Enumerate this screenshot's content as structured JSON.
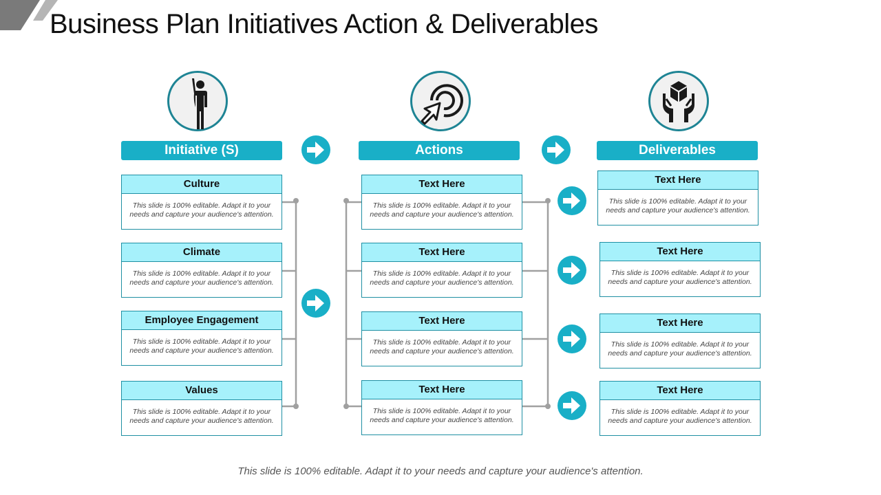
{
  "title": "Business Plan Initiatives Action & Deliverables",
  "colors": {
    "accent": "#19afc7",
    "card_header": "#a6f1fb",
    "border": "#1e8fa3",
    "connector": "#a0a0a0"
  },
  "columns": [
    {
      "header": "Initiative  (S)",
      "icon": "person-raising-hand-icon",
      "cards": [
        {
          "title": "Culture",
          "body": "This slide is 100% editable. Adapt it to your needs and capture your audience's attention."
        },
        {
          "title": "Climate",
          "body": "This slide is 100% editable. Adapt it to your needs and capture your audience's attention."
        },
        {
          "title": "Employee Engagement",
          "body": "This slide is 100% editable. Adapt it to your needs and capture your audience's attention."
        },
        {
          "title": "Values",
          "body": "This slide is 100% editable. Adapt it to your needs and capture your audience's attention."
        }
      ]
    },
    {
      "header": "Actions",
      "icon": "cursor-click-icon",
      "cards": [
        {
          "title": "Text Here",
          "body": "This slide is 100% editable. Adapt it to your needs and capture your audience's attention."
        },
        {
          "title": "Text Here",
          "body": "This slide is 100% editable. Adapt it to your needs and capture your audience's attention."
        },
        {
          "title": "Text Here",
          "body": "This slide is 100% editable. Adapt it to your needs and capture your audience's attention."
        },
        {
          "title": "Text Here",
          "body": "This slide is 100% editable. Adapt it to your needs and capture your audience's attention."
        }
      ]
    },
    {
      "header": "Deliverables",
      "icon": "hands-holding-box-icon",
      "cards": [
        {
          "title": "Text Here",
          "body": "This slide is 100% editable. Adapt it to your needs and capture your audience's attention."
        },
        {
          "title": "Text Here",
          "body": "This slide is 100% editable. Adapt it to your needs and capture your audience's attention."
        },
        {
          "title": "Text Here",
          "body": "This slide is 100% editable. Adapt it to your needs and capture your audience's attention."
        },
        {
          "title": "Text Here",
          "body": "This slide is 100% editable. Adapt it to your needs and capture your audience's attention."
        }
      ]
    }
  ],
  "footer": "This slide is 100% editable. Adapt it to your needs and capture your audience's attention."
}
